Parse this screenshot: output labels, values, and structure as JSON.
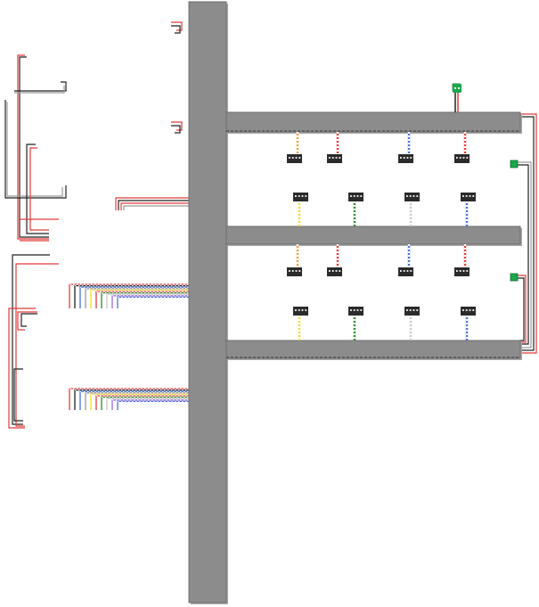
{
  "diagram": {
    "kind": "wiring harness layout",
    "colors": {
      "background": "#ffffff",
      "beam_fill": "#8c8c8c",
      "beam_edge": "#6e6e6e",
      "beam_shadow": "#a8a8a8",
      "wire_red": "#e23b3b",
      "wire_black": "#222222",
      "wire_gray": "#9a9a9a",
      "wire_white": "#c9c9c9",
      "wire_yellow": "#f0dc2a",
      "wire_green": "#2e8b2e",
      "wire_blue": "#4a6fd8",
      "wire_orange": "#f0a040",
      "wire_purple": "#9a6ad8",
      "connector_body": "#2b2b2b",
      "connector_pin": "#e8e8e8",
      "terminal_green": "#19a84a"
    },
    "connector_rows": [
      {
        "row": 1,
        "wire_colors": [
          "wire_orange",
          "wire_red",
          "wire_blue",
          "wire_red"
        ]
      },
      {
        "row": 2,
        "wire_colors": [
          "wire_yellow",
          "wire_green",
          "wire_white",
          "wire_blue"
        ]
      },
      {
        "row": 3,
        "wire_colors": [
          "wire_orange",
          "wire_red",
          "wire_blue",
          "wire_red"
        ]
      },
      {
        "row": 4,
        "wire_colors": [
          "wire_yellow",
          "wire_green",
          "wire_white",
          "wire_blue"
        ]
      }
    ],
    "ribbon_bundle_colors": [
      "wire_red",
      "wire_black",
      "wire_blue",
      "wire_gray",
      "wire_yellow",
      "wire_red",
      "wire_green",
      "wire_white",
      "wire_purple",
      "wire_blue"
    ],
    "terminal_count": 3
  }
}
